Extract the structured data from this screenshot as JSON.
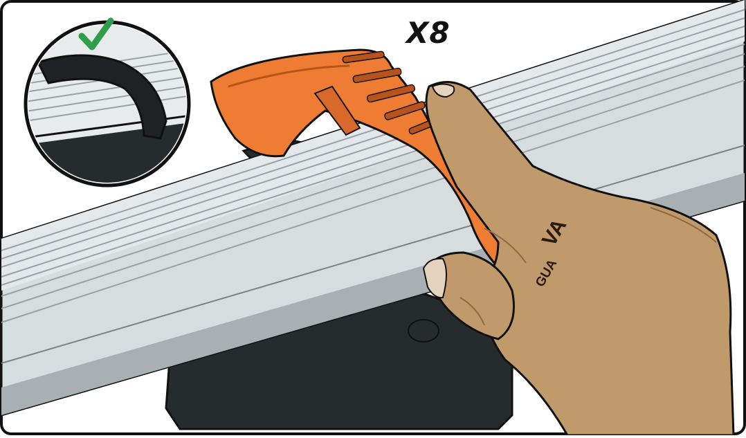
{
  "illustration": {
    "model_label": "X8",
    "brand_text_line1": "VA",
    "brand_text_line2": "GUA",
    "status_icon": "checkmark-icon",
    "colors": {
      "rail": "#d7dcde",
      "rail_shade": "#a9b0b4",
      "foot": "#262b2d",
      "clip": "#ee7d33",
      "clip_dark": "#b9531c",
      "skin": "#c19a6b",
      "skin_dark": "#8d6a43",
      "check": "#2e9e4a",
      "outline": "#111111"
    }
  }
}
